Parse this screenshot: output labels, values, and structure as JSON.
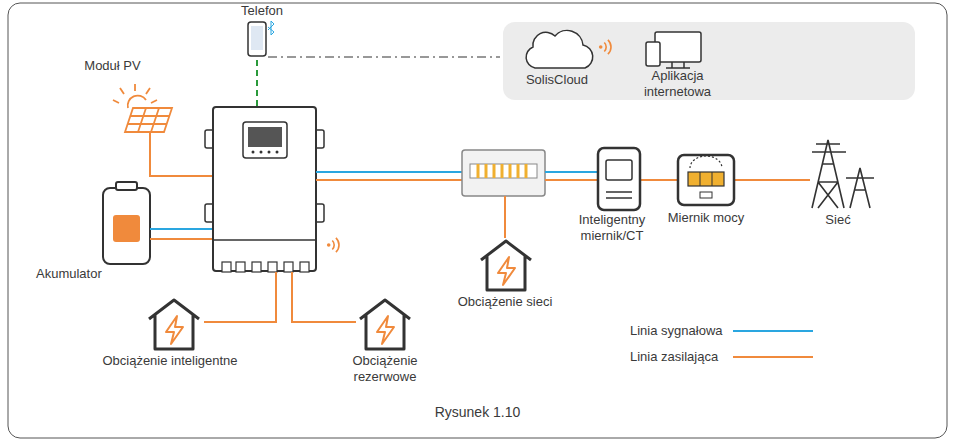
{
  "diagram": {
    "caption": "Rysunek 1.10",
    "nodes": [
      {
        "text": [
          "Moduł PV"
        ]
      },
      {
        "text": [
          "Telefon"
        ]
      },
      {
        "text": [
          "SolisCloud"
        ]
      },
      {
        "text": [
          "Aplikacja internetowa"
        ]
      },
      {
        "text": [
          "Akumulator"
        ]
      },
      {
        "text": [
          "Obciążenie inteligentne"
        ]
      },
      {
        "text": [
          "Obciążenie rezerwowe"
        ]
      },
      {
        "text": [
          "Obciążenie sieci"
        ]
      },
      {
        "text": [
          "Inteligentny miernik/CT"
        ]
      },
      {
        "text": [
          "Miernik mocy"
        ]
      },
      {
        "text": [
          "Sieć"
        ]
      }
    ],
    "edges": [
      {
        "from": 8,
        "to": 9,
        "arrow": "none"
      },
      {
        "from": 9,
        "to": 10,
        "arrow": "none"
      }
    ],
    "legend": [
      {
        "text": "Linia sygnałowa"
      },
      {
        "text": "Linia zasilająca"
      }
    ]
  }
}
